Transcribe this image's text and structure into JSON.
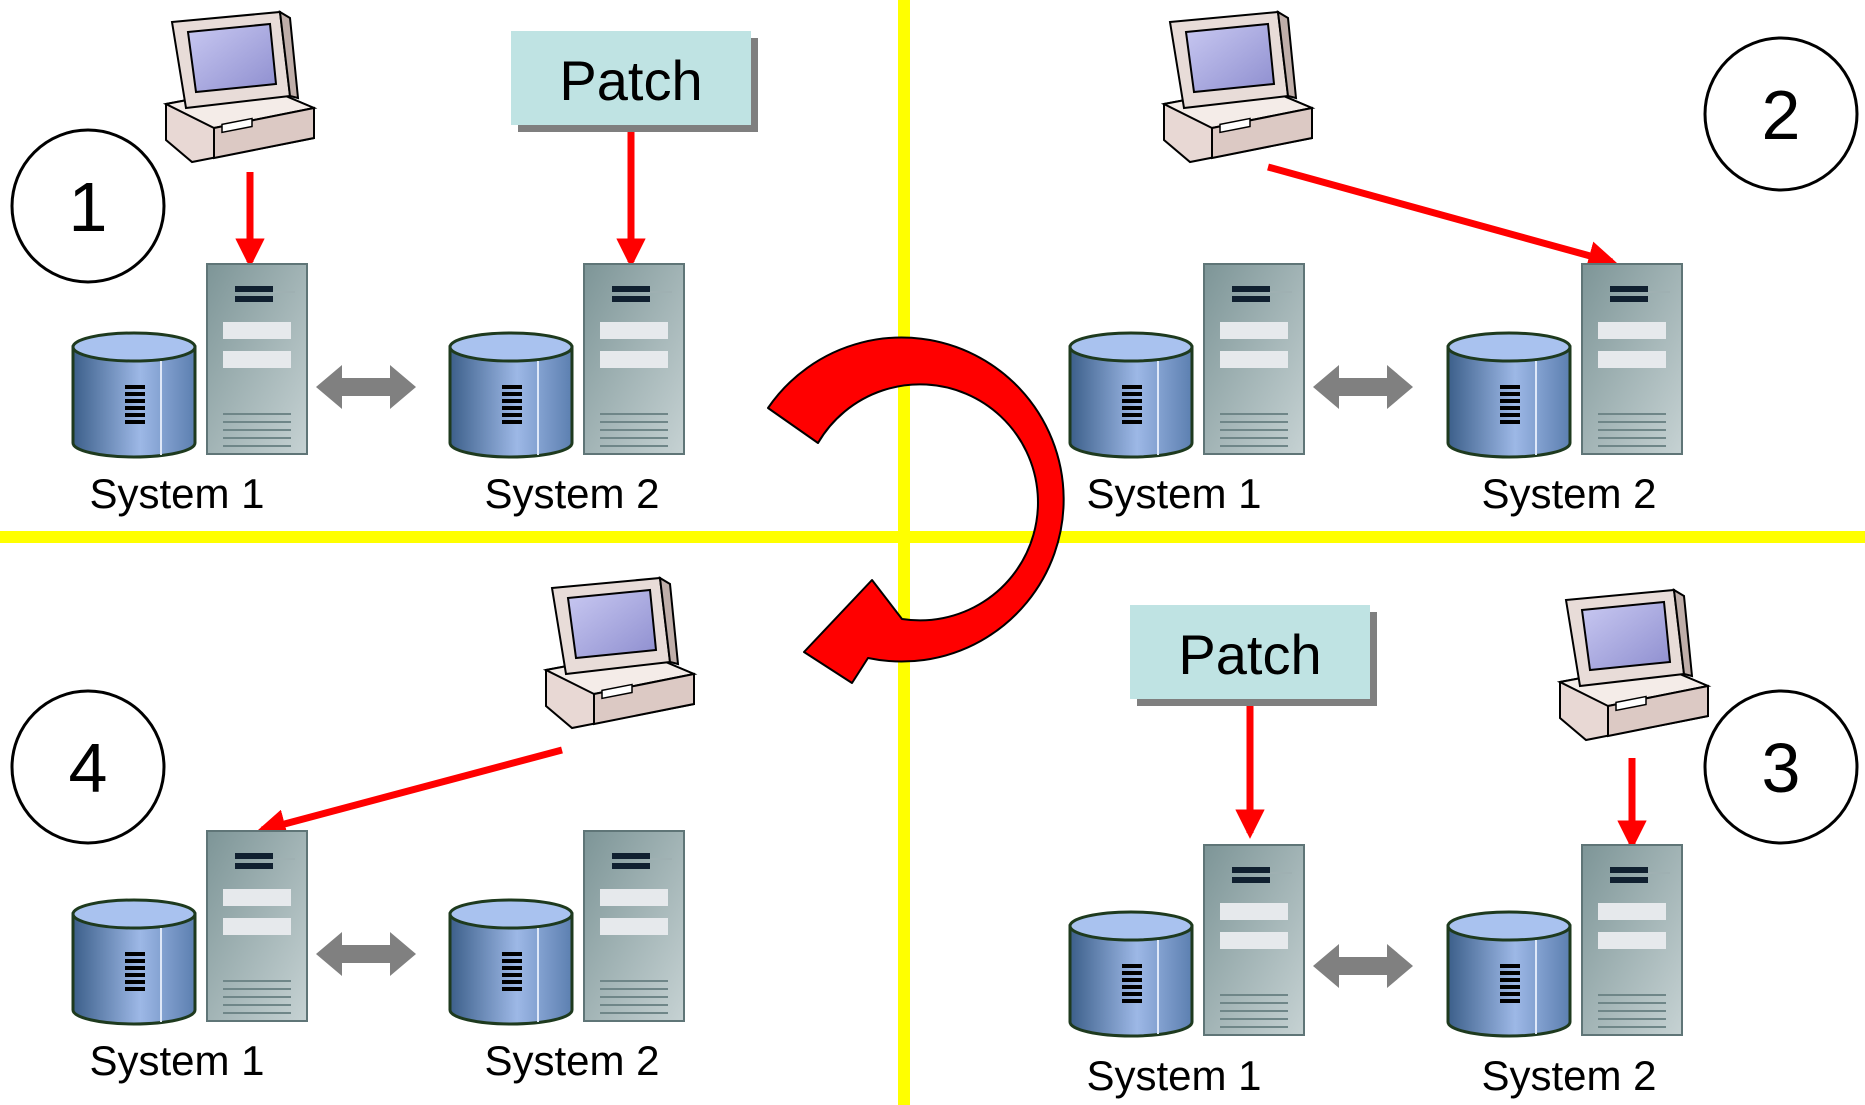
{
  "quadrants": [
    {
      "step": "1",
      "system1_label": "System 1",
      "system2_label": "System 2",
      "patch_label": "Patch",
      "console_target": "System 1",
      "patch_target": "System 2"
    },
    {
      "step": "2",
      "system1_label": "System 1",
      "system2_label": "System 2",
      "console_target": "System 2"
    },
    {
      "step": "3",
      "system1_label": "System 1",
      "system2_label": "System 2",
      "patch_label": "Patch",
      "console_target": "System 2",
      "patch_target": "System 1"
    },
    {
      "step": "4",
      "system1_label": "System 1",
      "system2_label": "System 2",
      "console_target": "System 1"
    }
  ],
  "colors": {
    "divider": "#ffff00",
    "arrow_red": "#ff0000",
    "sync_arrow_gray": "#808080",
    "patch_box": "#bfe3e3",
    "cycle_arrow": "#ff0000"
  },
  "cycle": {
    "direction": "clockwise"
  }
}
